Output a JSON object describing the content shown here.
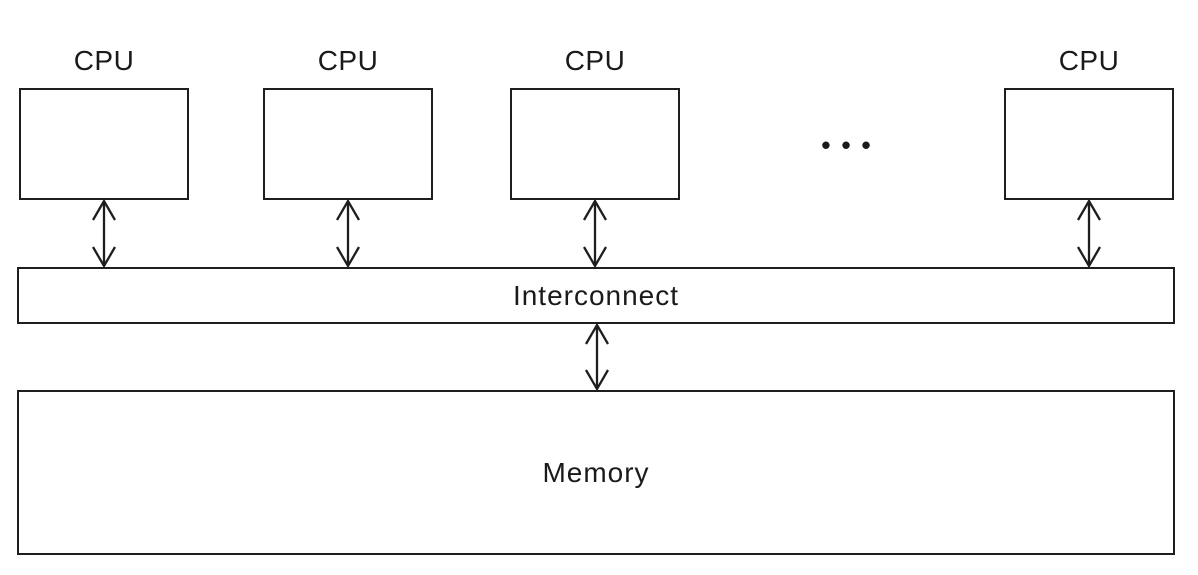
{
  "diagram": {
    "type": "architecture-block-diagram",
    "description": "Shared-memory multiprocessor: multiple CPUs connected to memory through an interconnect",
    "cpu_labels": [
      "CPU",
      "CPU",
      "CPU",
      "CPU"
    ],
    "ellipsis": "•••",
    "interconnect": {
      "label": "Interconnect"
    },
    "memory": {
      "label": "Memory"
    },
    "connections": [
      {
        "from": "cpu-1",
        "to": "interconnect",
        "style": "double-arrow"
      },
      {
        "from": "cpu-2",
        "to": "interconnect",
        "style": "double-arrow"
      },
      {
        "from": "cpu-3",
        "to": "interconnect",
        "style": "double-arrow"
      },
      {
        "from": "cpu-4",
        "to": "interconnect",
        "style": "double-arrow"
      },
      {
        "from": "interconnect",
        "to": "memory",
        "style": "double-arrow"
      }
    ],
    "colors": {
      "line": "#1e1e1e",
      "text": "#1a1a1a",
      "background": "#ffffff"
    }
  }
}
